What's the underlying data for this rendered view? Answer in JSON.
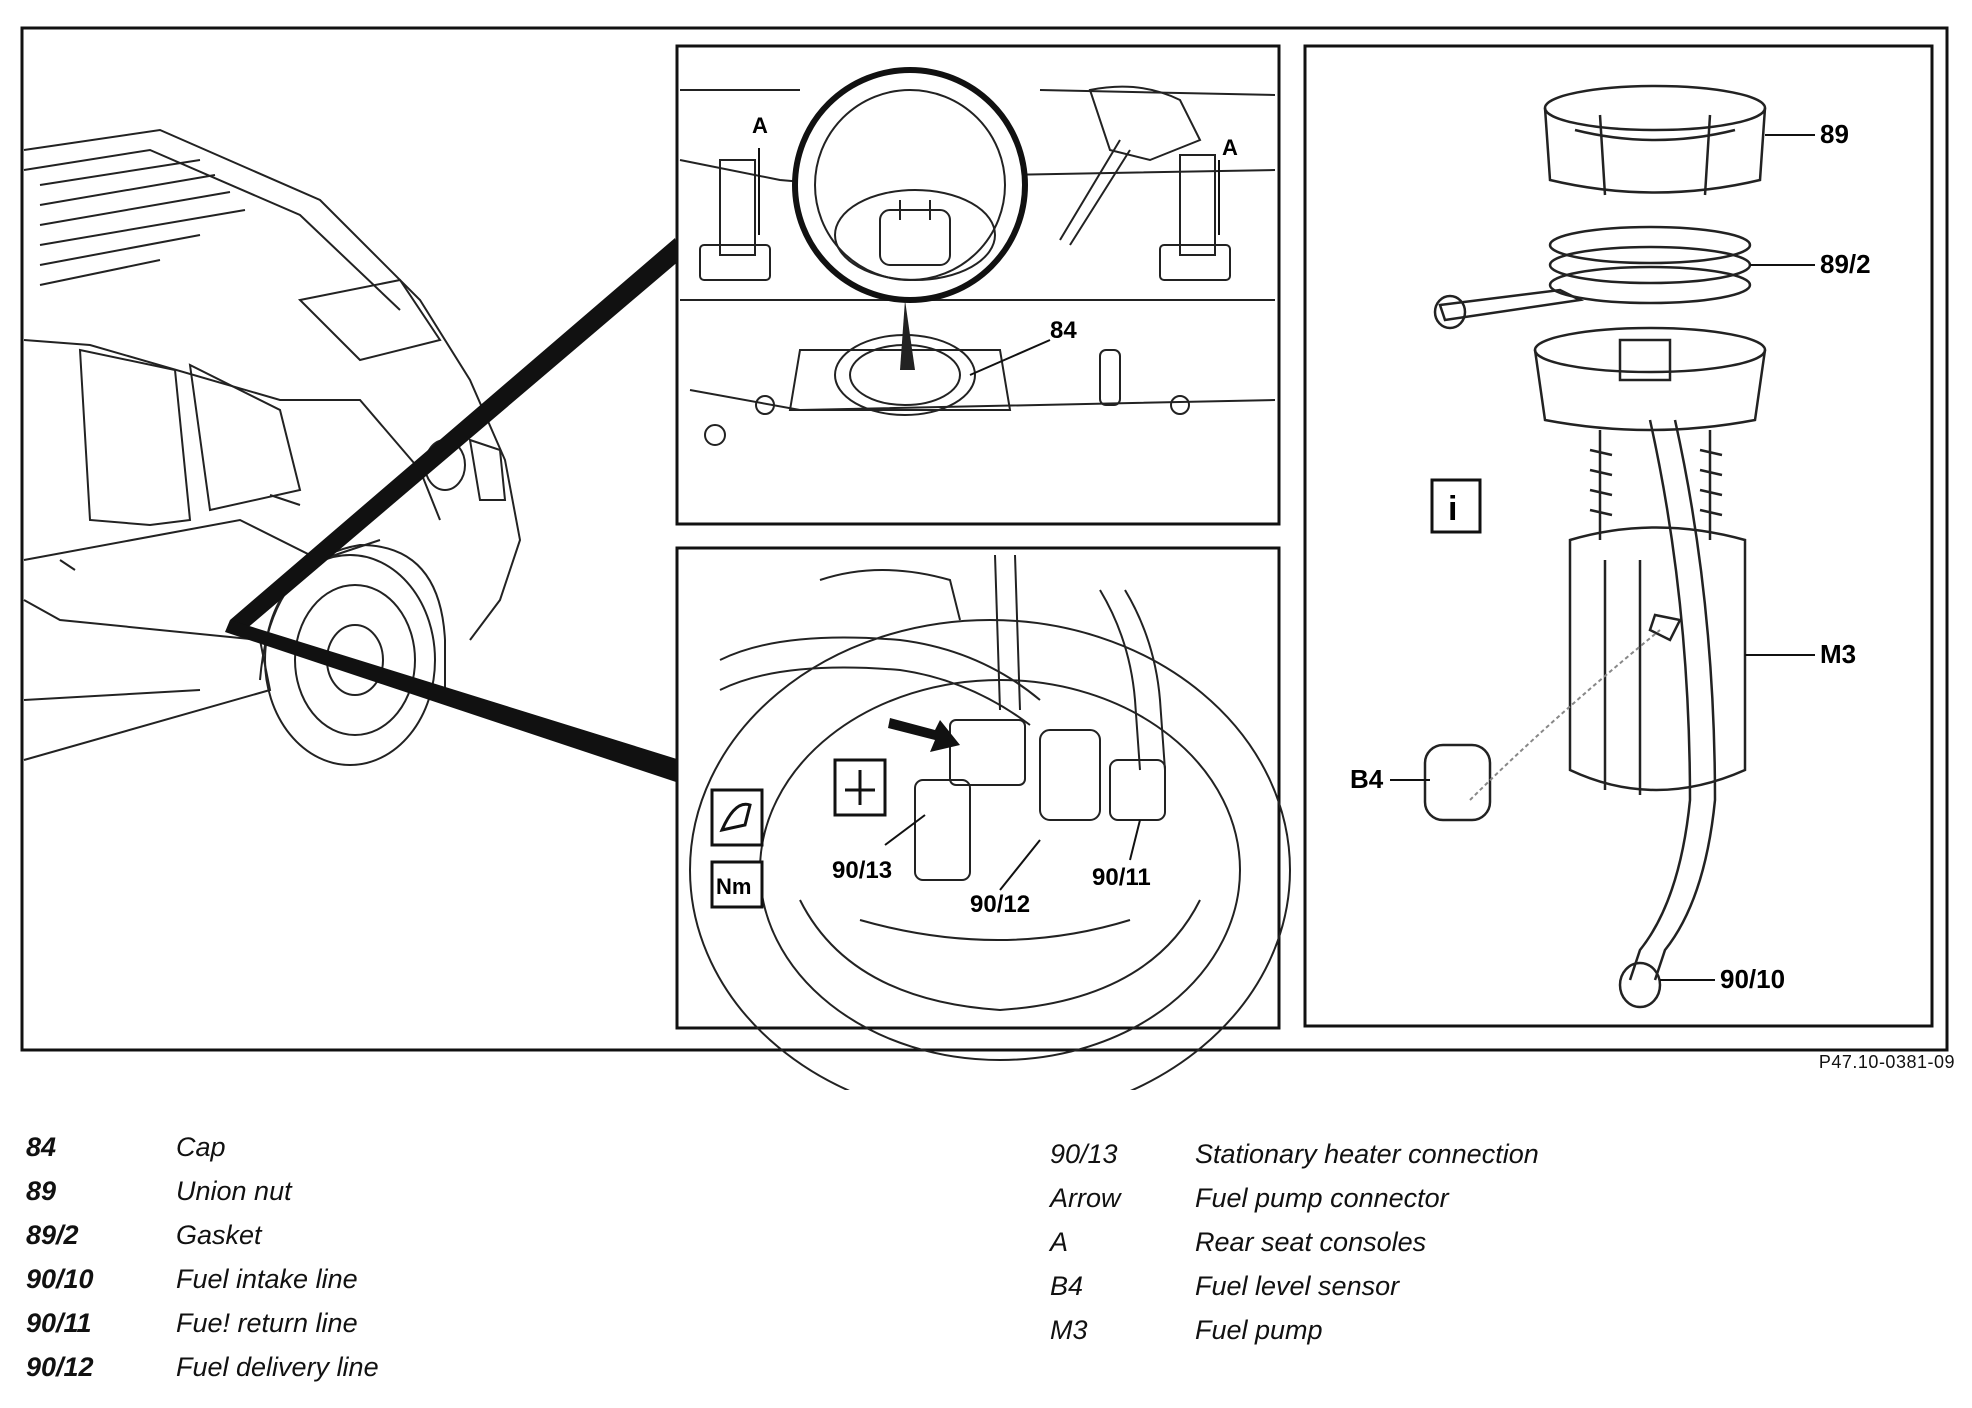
{
  "figure": {
    "code": "P47.10-0381-09",
    "callouts": {
      "detail_top": {
        "a_left": "A",
        "a_right": "A",
        "cap": "84"
      },
      "detail_bottom": {
        "c1": "90/13",
        "c2": "90/12",
        "c3": "90/11",
        "nm": "Nm"
      },
      "exploded": {
        "c89": "89",
        "c892": "89/2",
        "m3": "M3",
        "b4": "B4",
        "c9010": "90/10",
        "info": "i"
      }
    }
  },
  "legend_left": [
    {
      "code": "84",
      "label": "Cap"
    },
    {
      "code": "89",
      "label": "Union nut"
    },
    {
      "code": "89/2",
      "label": "Gasket"
    },
    {
      "code": "90/10",
      "label": "Fuel intake line"
    },
    {
      "code": "90/11",
      "label": "Fue! return line"
    },
    {
      "code": "90/12",
      "label": "Fuel delivery line"
    }
  ],
  "legend_right": [
    {
      "code": "90/13",
      "label": "Stationary heater connection"
    },
    {
      "code": "Arrow",
      "label": "Fuel pump connector"
    },
    {
      "code": "A",
      "label": "Rear seat consoles"
    },
    {
      "code": "B4",
      "label": "Fuel level sensor"
    },
    {
      "code": "M3",
      "label": "Fuel pump"
    }
  ]
}
